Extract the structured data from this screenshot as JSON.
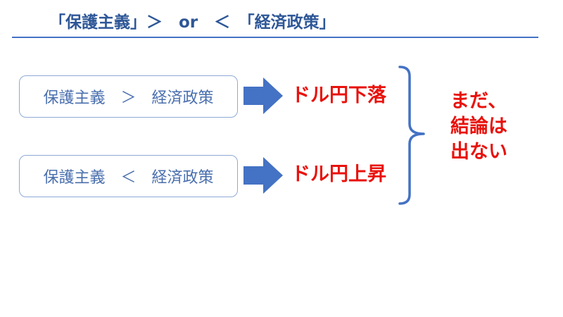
{
  "header": {
    "title": "「保護主義」＞　or　＜　「経済政策」"
  },
  "diagram": {
    "case_greater": {
      "condition": "保護主義　＞　経済政策",
      "result": "ドル円下落"
    },
    "case_less": {
      "condition": "保護主義　＜　経済政策",
      "result": "ドル円上昇"
    },
    "conclusion": {
      "line1": "まだ、",
      "line2": "結論は",
      "line3": "出ない"
    }
  },
  "colors": {
    "title": "#2e5797",
    "rule": "#4472c4",
    "box_border": "#8fa9d6",
    "box_text": "#4a6fae",
    "arrow": "#4472c4",
    "emphasis": "#e8120c"
  }
}
